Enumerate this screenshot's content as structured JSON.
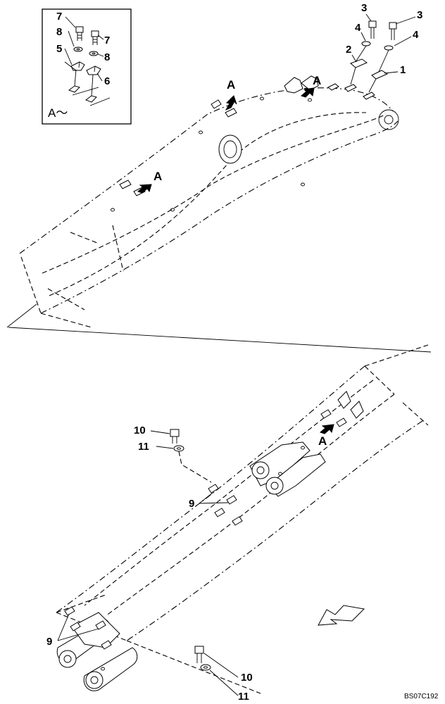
{
  "callouts": {
    "c1": "1",
    "c2": "2",
    "c3a": "3",
    "c3b": "3",
    "c4a": "4",
    "c4b": "4",
    "c5": "5",
    "c6": "6",
    "c7a": "7",
    "c7b": "7",
    "c8a": "8",
    "c8b": "8",
    "c9a": "9",
    "c9b": "9",
    "c10a": "10",
    "c10b": "10",
    "c11a": "11",
    "c11b": "11"
  },
  "view_markers": {
    "a1": "A",
    "a2": "A",
    "a3": "A",
    "a4": "A"
  },
  "inset": {
    "title": "A～"
  },
  "drawing_code": "BS07C192"
}
